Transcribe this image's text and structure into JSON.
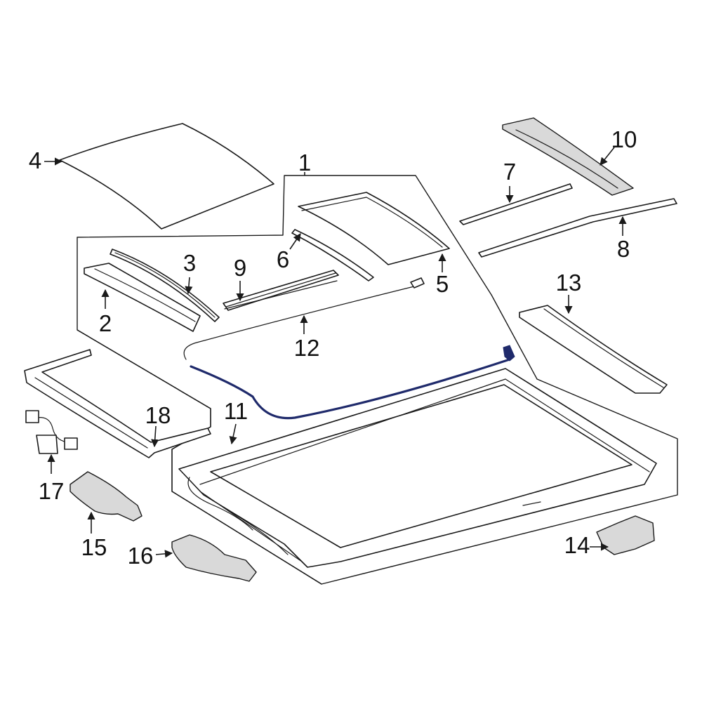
{
  "diagram": {
    "highlight_color": "#1f2a6b",
    "line_color": "#1a1a1a",
    "callouts": [
      {
        "id": "p1",
        "label": "1"
      },
      {
        "id": "p2",
        "label": "2"
      },
      {
        "id": "p3",
        "label": "3"
      },
      {
        "id": "p4",
        "label": "4"
      },
      {
        "id": "p5",
        "label": "5"
      },
      {
        "id": "p6",
        "label": "6"
      },
      {
        "id": "p7",
        "label": "7"
      },
      {
        "id": "p8",
        "label": "8"
      },
      {
        "id": "p9",
        "label": "9"
      },
      {
        "id": "p10",
        "label": "10"
      },
      {
        "id": "p11",
        "label": "11"
      },
      {
        "id": "p12",
        "label": "12"
      },
      {
        "id": "p13",
        "label": "13"
      },
      {
        "id": "p14",
        "label": "14"
      },
      {
        "id": "p15",
        "label": "15"
      },
      {
        "id": "p16",
        "label": "16"
      },
      {
        "id": "p17",
        "label": "17"
      },
      {
        "id": "p18",
        "label": "18"
      }
    ]
  }
}
